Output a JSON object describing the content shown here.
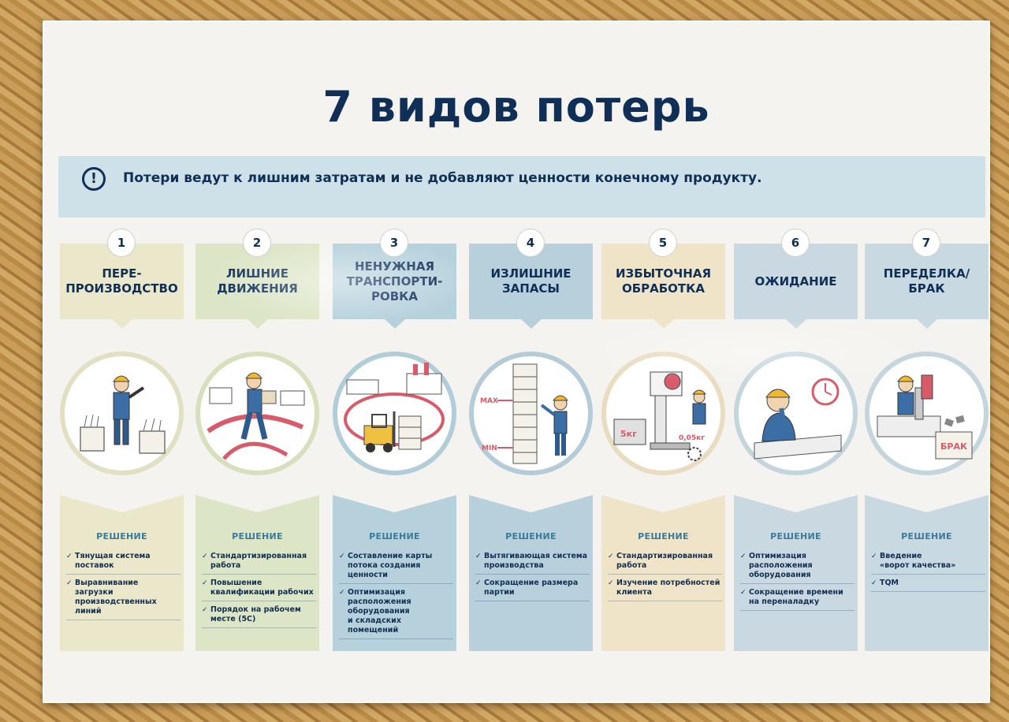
{
  "poster": {
    "title": "7 видов потерь",
    "banner_icon": "!",
    "banner_text": "Потери ведут к лишним затратам и не добавляют ценности конечному продукту.",
    "solution_label": "РЕШЕНИЕ"
  },
  "wastes": [
    {
      "number": "1",
      "title": "ПЕРЕ-\nПРОИЗВОДСТВО",
      "icon": "worker-overproduction-icon",
      "solutions": [
        "Тянущая система\nпоставок",
        "Выравнивание\nзагрузки\nпроизводственных\nлиний"
      ]
    },
    {
      "number": "2",
      "title": "ЛИШНИЕ\nДВИЖЕНИЯ",
      "icon": "worker-moving-box-icon",
      "solutions": [
        "Стандартизированная\nработа",
        "Повышение\nквалификации рабочих",
        "Порядок на рабочем\nместе (5С)"
      ]
    },
    {
      "number": "3",
      "title": "НЕНУЖНАЯ\nТРАНСПОРТИ-\nРОВКА",
      "icon": "forklift-icon",
      "solutions": [
        "Составление карты\nпотока создания\nценности",
        "Оптимизация\nрасположения\nоборудования\nи складских\nпомещений"
      ]
    },
    {
      "number": "4",
      "title": "ИЗЛИШНИЕ\nЗАПАСЫ",
      "icon": "stacked-boxes-icon",
      "labels": [
        "MAX",
        "MIN"
      ],
      "solutions": [
        "Вытягивающая система\nпроизводства",
        "Сокращение размера\nпартии"
      ]
    },
    {
      "number": "5",
      "title": "ИЗБЫТОЧНАЯ\nОБРАБОТКА",
      "icon": "drill-press-icon",
      "labels": [
        "5кг",
        "0,05кг"
      ],
      "solutions": [
        "Стандартизированная\nработа",
        "Изучение потребностей\nклиента"
      ]
    },
    {
      "number": "6",
      "title": "ОЖИДАНИЕ",
      "icon": "waiting-worker-clock-icon",
      "solutions": [
        "Оптимизация\nрасположения\nоборудования",
        "Сокращение времени\nна переналадку"
      ]
    },
    {
      "number": "7",
      "title": "ПЕРЕДЕЛКА/\nБРАК",
      "icon": "defect-box-icon",
      "labels": [
        "БРАК"
      ],
      "solutions": [
        "Введение\n«ворот качества»",
        "TQM"
      ]
    }
  ],
  "colors": {
    "title": "#0f2f57",
    "banner": "#cfe1e8",
    "solution_title": "#3a7a9a"
  }
}
